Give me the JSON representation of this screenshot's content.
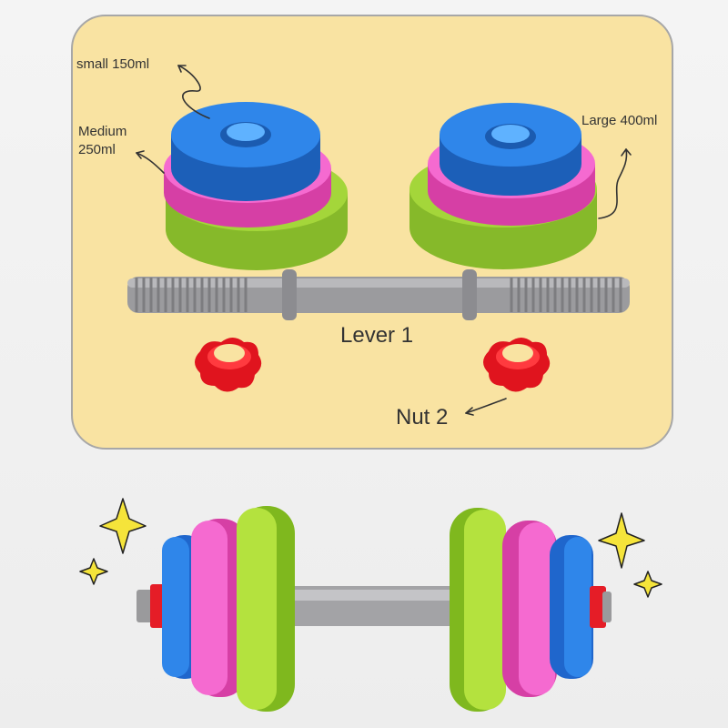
{
  "labels": {
    "small": "small 150ml",
    "medium_line1": "Medium",
    "medium_line2": "250ml",
    "large": "Large 400ml",
    "lever": "Lever 1",
    "nut": "Nut 2"
  },
  "colors": {
    "panel": "#f9e3a2",
    "blue": "#2d7fe0",
    "pink": "#f25bc4",
    "green": "#9bd232",
    "gray": "#9a9a9c",
    "red": "#f2222c",
    "star": "#f5e43a"
  }
}
